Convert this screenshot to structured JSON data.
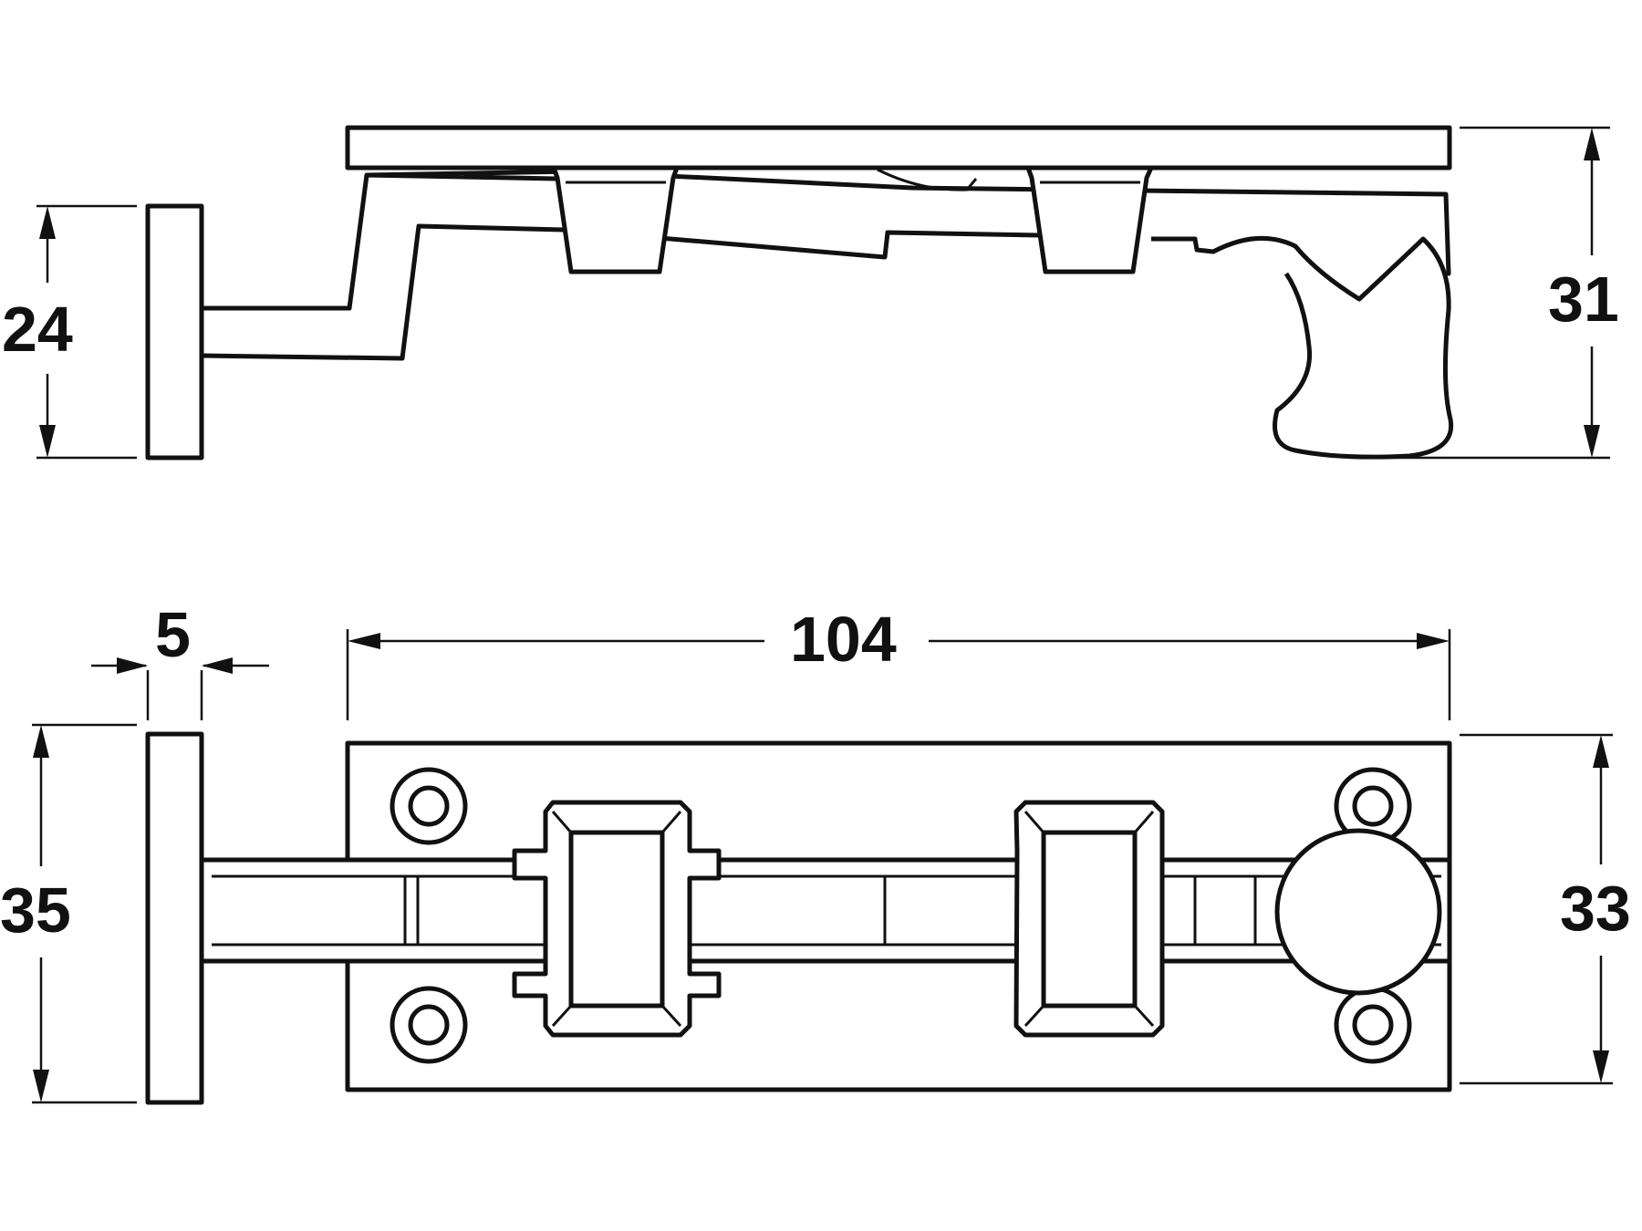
{
  "dimensions": {
    "side_strike_height": "24",
    "side_total_height": "31",
    "strike_thickness": "5",
    "plate_length": "104",
    "front_strike_height": "35",
    "plate_height": "33"
  },
  "colors": {
    "line": "#111111",
    "background": "#ffffff"
  }
}
